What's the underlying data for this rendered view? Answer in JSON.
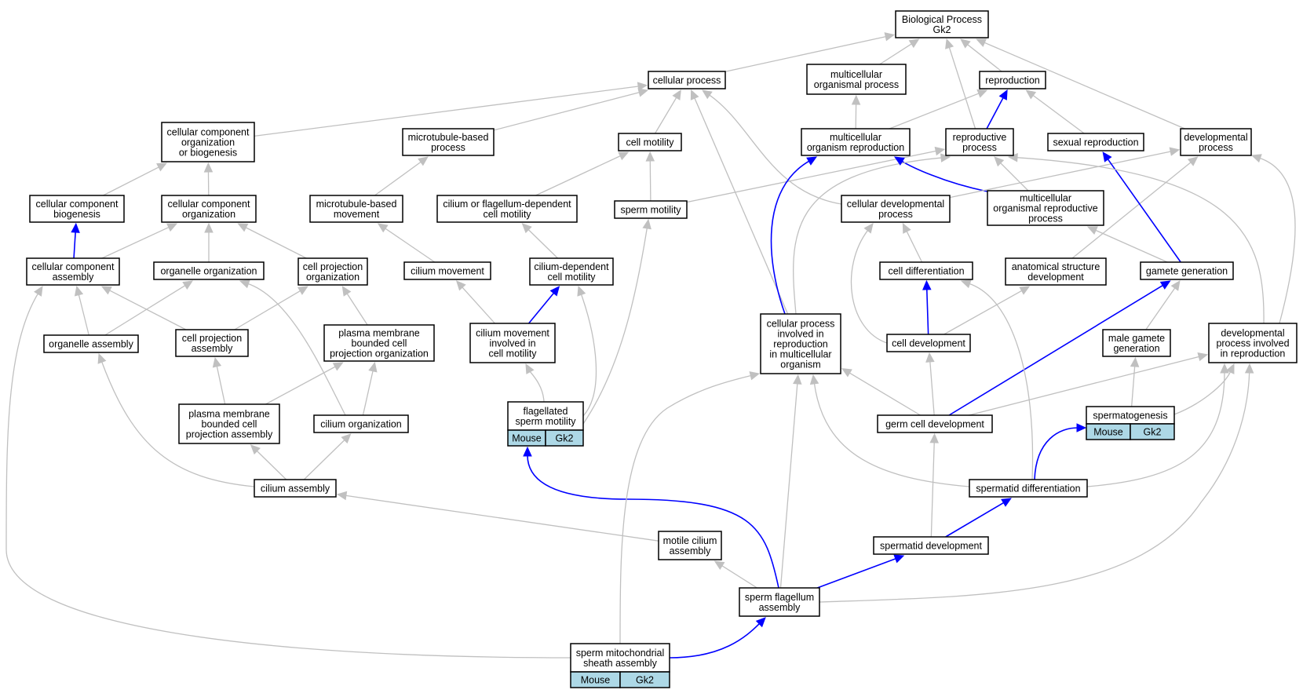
{
  "colors": {
    "edge_default": "#c0c0c0",
    "edge_highlight": "#0000ff",
    "badge_fill": "#add8e6",
    "node_border": "#000000",
    "background": "#ffffff"
  },
  "nodes": [
    {
      "id": "bp_root",
      "lines": [
        "Biological Process",
        "Gk2"
      ]
    },
    {
      "id": "cellular_process",
      "lines": [
        "cellular process"
      ]
    },
    {
      "id": "multicellular_organismal_process",
      "lines": [
        "multicellular",
        "organismal process"
      ]
    },
    {
      "id": "reproduction",
      "lines": [
        "reproduction"
      ]
    },
    {
      "id": "cellular_component_org_or_biogenesis",
      "lines": [
        "cellular component",
        "organization",
        "or biogenesis"
      ]
    },
    {
      "id": "microtubule_based_process",
      "lines": [
        "microtubule-based",
        "process"
      ]
    },
    {
      "id": "cell_motility",
      "lines": [
        "cell motility"
      ]
    },
    {
      "id": "multicellular_organism_reproduction",
      "lines": [
        "multicellular",
        "organism reproduction"
      ]
    },
    {
      "id": "reproductive_process",
      "lines": [
        "reproductive",
        "process"
      ]
    },
    {
      "id": "sexual_reproduction",
      "lines": [
        "sexual reproduction"
      ]
    },
    {
      "id": "developmental_process",
      "lines": [
        "developmental",
        "process"
      ]
    },
    {
      "id": "cellular_component_biogenesis",
      "lines": [
        "cellular component",
        "biogenesis"
      ]
    },
    {
      "id": "cellular_component_organization",
      "lines": [
        "cellular component",
        "organization"
      ]
    },
    {
      "id": "microtubule_based_movement",
      "lines": [
        "microtubule-based",
        "movement"
      ]
    },
    {
      "id": "cilium_or_flagellum_dependent_cell_motility",
      "lines": [
        "cilium or flagellum-dependent",
        "cell motility"
      ]
    },
    {
      "id": "sperm_motility",
      "lines": [
        "sperm motility"
      ]
    },
    {
      "id": "cellular_developmental_process",
      "lines": [
        "cellular developmental",
        "process"
      ]
    },
    {
      "id": "multicellular_organismal_reproductive_process",
      "lines": [
        "multicellular",
        "organismal reproductive",
        "process"
      ]
    },
    {
      "id": "cellular_component_assembly",
      "lines": [
        "cellular component",
        "assembly"
      ]
    },
    {
      "id": "organelle_organization",
      "lines": [
        "organelle organization"
      ]
    },
    {
      "id": "cell_projection_organization",
      "lines": [
        "cell projection",
        "organization"
      ]
    },
    {
      "id": "cilium_movement",
      "lines": [
        "cilium movement"
      ]
    },
    {
      "id": "cilium_dependent_cell_motility",
      "lines": [
        "cilium-dependent",
        "cell motility"
      ]
    },
    {
      "id": "cell_differentiation",
      "lines": [
        "cell differentiation"
      ]
    },
    {
      "id": "anatomical_structure_development",
      "lines": [
        "anatomical structure",
        "development"
      ]
    },
    {
      "id": "gamete_generation",
      "lines": [
        "gamete generation"
      ]
    },
    {
      "id": "organelle_assembly",
      "lines": [
        "organelle assembly"
      ]
    },
    {
      "id": "cell_projection_assembly",
      "lines": [
        "cell projection",
        "assembly"
      ]
    },
    {
      "id": "plasma_membrane_bounded_cell_projection_organization",
      "lines": [
        "plasma membrane",
        "bounded cell",
        "projection organization"
      ]
    },
    {
      "id": "cilium_movement_involved_in_cell_motility",
      "lines": [
        "cilium movement",
        "involved in",
        "cell motility"
      ]
    },
    {
      "id": "cellular_process_involved_in_reproduction",
      "lines": [
        "cellular process",
        "involved in",
        "reproduction",
        "in multicellular",
        "organism"
      ]
    },
    {
      "id": "cell_development",
      "lines": [
        "cell development"
      ]
    },
    {
      "id": "male_gamete_generation",
      "lines": [
        "male gamete",
        "generation"
      ]
    },
    {
      "id": "developmental_process_involved_in_reproduction",
      "lines": [
        "developmental",
        "process involved",
        "in reproduction"
      ]
    },
    {
      "id": "flagellated_sperm_motility",
      "lines": [
        "flagellated",
        "sperm motility"
      ],
      "badges": [
        "Mouse",
        "Gk2"
      ]
    },
    {
      "id": "plasma_membrane_bounded_cell_projection_assembly",
      "lines": [
        "plasma membrane",
        "bounded cell",
        "projection assembly"
      ]
    },
    {
      "id": "cilium_organization",
      "lines": [
        "cilium organization"
      ]
    },
    {
      "id": "germ_cell_development",
      "lines": [
        "germ cell development"
      ]
    },
    {
      "id": "spermatogenesis",
      "lines": [
        "spermatogenesis"
      ],
      "badges": [
        "Mouse",
        "Gk2"
      ]
    },
    {
      "id": "cilium_assembly",
      "lines": [
        "cilium assembly"
      ]
    },
    {
      "id": "spermatid_differentiation",
      "lines": [
        "spermatid differentiation"
      ]
    },
    {
      "id": "motile_cilium_assembly",
      "lines": [
        "motile cilium",
        "assembly"
      ]
    },
    {
      "id": "spermatid_development",
      "lines": [
        "spermatid development"
      ]
    },
    {
      "id": "sperm_flagellum_assembly",
      "lines": [
        "sperm flagellum",
        "assembly"
      ]
    },
    {
      "id": "sperm_mitochondrial_sheath_assembly",
      "lines": [
        "sperm mitochondrial",
        "sheath assembly"
      ],
      "badges": [
        "Mouse",
        "Gk2"
      ]
    }
  ],
  "edges": [
    {
      "from": "cellular_process",
      "to": "bp_root",
      "highlight": false
    },
    {
      "from": "multicellular_organismal_process",
      "to": "bp_root",
      "highlight": false
    },
    {
      "from": "reproduction",
      "to": "bp_root",
      "highlight": false
    },
    {
      "from": "reproductive_process",
      "to": "bp_root",
      "highlight": false
    },
    {
      "from": "developmental_process",
      "to": "bp_root",
      "highlight": false
    },
    {
      "from": "cellular_component_org_or_biogenesis",
      "to": "cellular_process",
      "highlight": false
    },
    {
      "from": "microtubule_based_process",
      "to": "cellular_process",
      "highlight": false
    },
    {
      "from": "cell_motility",
      "to": "cellular_process",
      "highlight": false
    },
    {
      "from": "cellular_process_involved_in_reproduction",
      "to": "cellular_process",
      "highlight": false
    },
    {
      "from": "cellular_developmental_process",
      "to": "cellular_process",
      "highlight": false
    },
    {
      "from": "multicellular_organism_reproduction",
      "to": "multicellular_organismal_process",
      "highlight": false
    },
    {
      "from": "multicellular_organism_reproduction",
      "to": "reproduction",
      "highlight": false
    },
    {
      "from": "reproductive_process",
      "to": "reproduction",
      "highlight": true
    },
    {
      "from": "sexual_reproduction",
      "to": "reproduction",
      "highlight": false
    },
    {
      "from": "cellular_component_biogenesis",
      "to": "cellular_component_org_or_biogenesis",
      "highlight": false
    },
    {
      "from": "cellular_component_organization",
      "to": "cellular_component_org_or_biogenesis",
      "highlight": false
    },
    {
      "from": "microtubule_based_movement",
      "to": "microtubule_based_process",
      "highlight": false
    },
    {
      "from": "cilium_or_flagellum_dependent_cell_motility",
      "to": "cell_motility",
      "highlight": false
    },
    {
      "from": "sperm_motility",
      "to": "cell_motility",
      "highlight": false
    },
    {
      "from": "sperm_motility",
      "to": "reproductive_process",
      "highlight": false
    },
    {
      "from": "multicellular_organismal_reproductive_process",
      "to": "multicellular_organism_reproduction",
      "highlight": true
    },
    {
      "from": "multicellular_organismal_reproductive_process",
      "to": "reproductive_process",
      "highlight": false
    },
    {
      "from": "cellular_developmental_process",
      "to": "developmental_process",
      "highlight": false
    },
    {
      "from": "anatomical_structure_development",
      "to": "developmental_process",
      "highlight": false
    },
    {
      "from": "gamete_generation",
      "to": "sexual_reproduction",
      "highlight": true
    },
    {
      "from": "gamete_generation",
      "to": "multicellular_organismal_reproductive_process",
      "highlight": false
    },
    {
      "from": "cellular_component_assembly",
      "to": "cellular_component_biogenesis",
      "highlight": true
    },
    {
      "from": "cellular_component_assembly",
      "to": "cellular_component_organization",
      "highlight": false
    },
    {
      "from": "organelle_organization",
      "to": "cellular_component_organization",
      "highlight": false
    },
    {
      "from": "cell_projection_organization",
      "to": "cellular_component_organization",
      "highlight": false
    },
    {
      "from": "cilium_movement",
      "to": "microtubule_based_movement",
      "highlight": false
    },
    {
      "from": "cilium_dependent_cell_motility",
      "to": "cilium_or_flagellum_dependent_cell_motility",
      "highlight": false
    },
    {
      "from": "cell_differentiation",
      "to": "cellular_developmental_process",
      "highlight": false
    },
    {
      "from": "organelle_assembly",
      "to": "cellular_component_assembly",
      "highlight": false
    },
    {
      "from": "organelle_assembly",
      "to": "organelle_organization",
      "highlight": false
    },
    {
      "from": "cell_projection_assembly",
      "to": "cellular_component_assembly",
      "highlight": false
    },
    {
      "from": "cell_projection_assembly",
      "to": "cell_projection_organization",
      "highlight": false
    },
    {
      "from": "plasma_membrane_bounded_cell_projection_organization",
      "to": "cell_projection_organization",
      "highlight": false
    },
    {
      "from": "cilium_movement_involved_in_cell_motility",
      "to": "cilium_movement",
      "highlight": false
    },
    {
      "from": "cilium_movement_involved_in_cell_motility",
      "to": "cilium_dependent_cell_motility",
      "highlight": true
    },
    {
      "from": "cellular_process_involved_in_reproduction",
      "to": "multicellular_organism_reproduction",
      "highlight": true
    },
    {
      "from": "cellular_process_involved_in_reproduction",
      "to": "reproductive_process",
      "highlight": false
    },
    {
      "from": "cell_development",
      "to": "cell_differentiation",
      "highlight": true
    },
    {
      "from": "cell_development",
      "to": "cellular_developmental_process",
      "highlight": false
    },
    {
      "from": "cell_development",
      "to": "anatomical_structure_development",
      "highlight": false
    },
    {
      "from": "male_gamete_generation",
      "to": "gamete_generation",
      "highlight": false
    },
    {
      "from": "developmental_process_involved_in_reproduction",
      "to": "developmental_process",
      "highlight": false
    },
    {
      "from": "developmental_process_involved_in_reproduction",
      "to": "reproductive_process",
      "highlight": false
    },
    {
      "from": "flagellated_sperm_motility",
      "to": "sperm_motility",
      "highlight": false
    },
    {
      "from": "flagellated_sperm_motility",
      "to": "cilium_dependent_cell_motility",
      "highlight": false
    },
    {
      "from": "flagellated_sperm_motility",
      "to": "cilium_movement_involved_in_cell_motility",
      "highlight": false
    },
    {
      "from": "plasma_membrane_bounded_cell_projection_assembly",
      "to": "cell_projection_assembly",
      "highlight": false
    },
    {
      "from": "plasma_membrane_bounded_cell_projection_assembly",
      "to": "plasma_membrane_bounded_cell_projection_organization",
      "highlight": false
    },
    {
      "from": "cilium_organization",
      "to": "plasma_membrane_bounded_cell_projection_organization",
      "highlight": false
    },
    {
      "from": "cilium_organization",
      "to": "organelle_organization",
      "highlight": false
    },
    {
      "from": "germ_cell_development",
      "to": "cell_development",
      "highlight": false
    },
    {
      "from": "germ_cell_development",
      "to": "gamete_generation",
      "highlight": true
    },
    {
      "from": "germ_cell_development",
      "to": "cellular_process_involved_in_reproduction",
      "highlight": false
    },
    {
      "from": "germ_cell_development",
      "to": "developmental_process_involved_in_reproduction",
      "highlight": false
    },
    {
      "from": "spermatogenesis",
      "to": "male_gamete_generation",
      "highlight": false
    },
    {
      "from": "spermatogenesis",
      "to": "developmental_process_involved_in_reproduction",
      "highlight": false
    },
    {
      "from": "cilium_assembly",
      "to": "plasma_membrane_bounded_cell_projection_assembly",
      "highlight": false
    },
    {
      "from": "cilium_assembly",
      "to": "cilium_organization",
      "highlight": false
    },
    {
      "from": "cilium_assembly",
      "to": "organelle_assembly",
      "highlight": false
    },
    {
      "from": "spermatid_differentiation",
      "to": "spermatogenesis",
      "highlight": true
    },
    {
      "from": "spermatid_differentiation",
      "to": "cell_differentiation",
      "highlight": false
    },
    {
      "from": "spermatid_differentiation",
      "to": "cellular_process_involved_in_reproduction",
      "highlight": false
    },
    {
      "from": "spermatid_differentiation",
      "to": "developmental_process_involved_in_reproduction",
      "highlight": false
    },
    {
      "from": "motile_cilium_assembly",
      "to": "cilium_assembly",
      "highlight": false
    },
    {
      "from": "spermatid_development",
      "to": "spermatid_differentiation",
      "highlight": true
    },
    {
      "from": "spermatid_development",
      "to": "germ_cell_development",
      "highlight": false
    },
    {
      "from": "sperm_flagellum_assembly",
      "to": "motile_cilium_assembly",
      "highlight": false
    },
    {
      "from": "sperm_flagellum_assembly",
      "to": "flagellated_sperm_motility",
      "highlight": true
    },
    {
      "from": "sperm_flagellum_assembly",
      "to": "spermatid_development",
      "highlight": true
    },
    {
      "from": "sperm_flagellum_assembly",
      "to": "cellular_process_involved_in_reproduction",
      "highlight": false
    },
    {
      "from": "sperm_flagellum_assembly",
      "to": "developmental_process_involved_in_reproduction",
      "highlight": false
    },
    {
      "from": "sperm_mitochondrial_sheath_assembly",
      "to": "sperm_flagellum_assembly",
      "highlight": true
    },
    {
      "from": "sperm_mitochondrial_sheath_assembly",
      "to": "cellular_component_assembly",
      "highlight": false
    },
    {
      "from": "sperm_mitochondrial_sheath_assembly",
      "to": "cellular_process_involved_in_reproduction",
      "highlight": false
    }
  ]
}
